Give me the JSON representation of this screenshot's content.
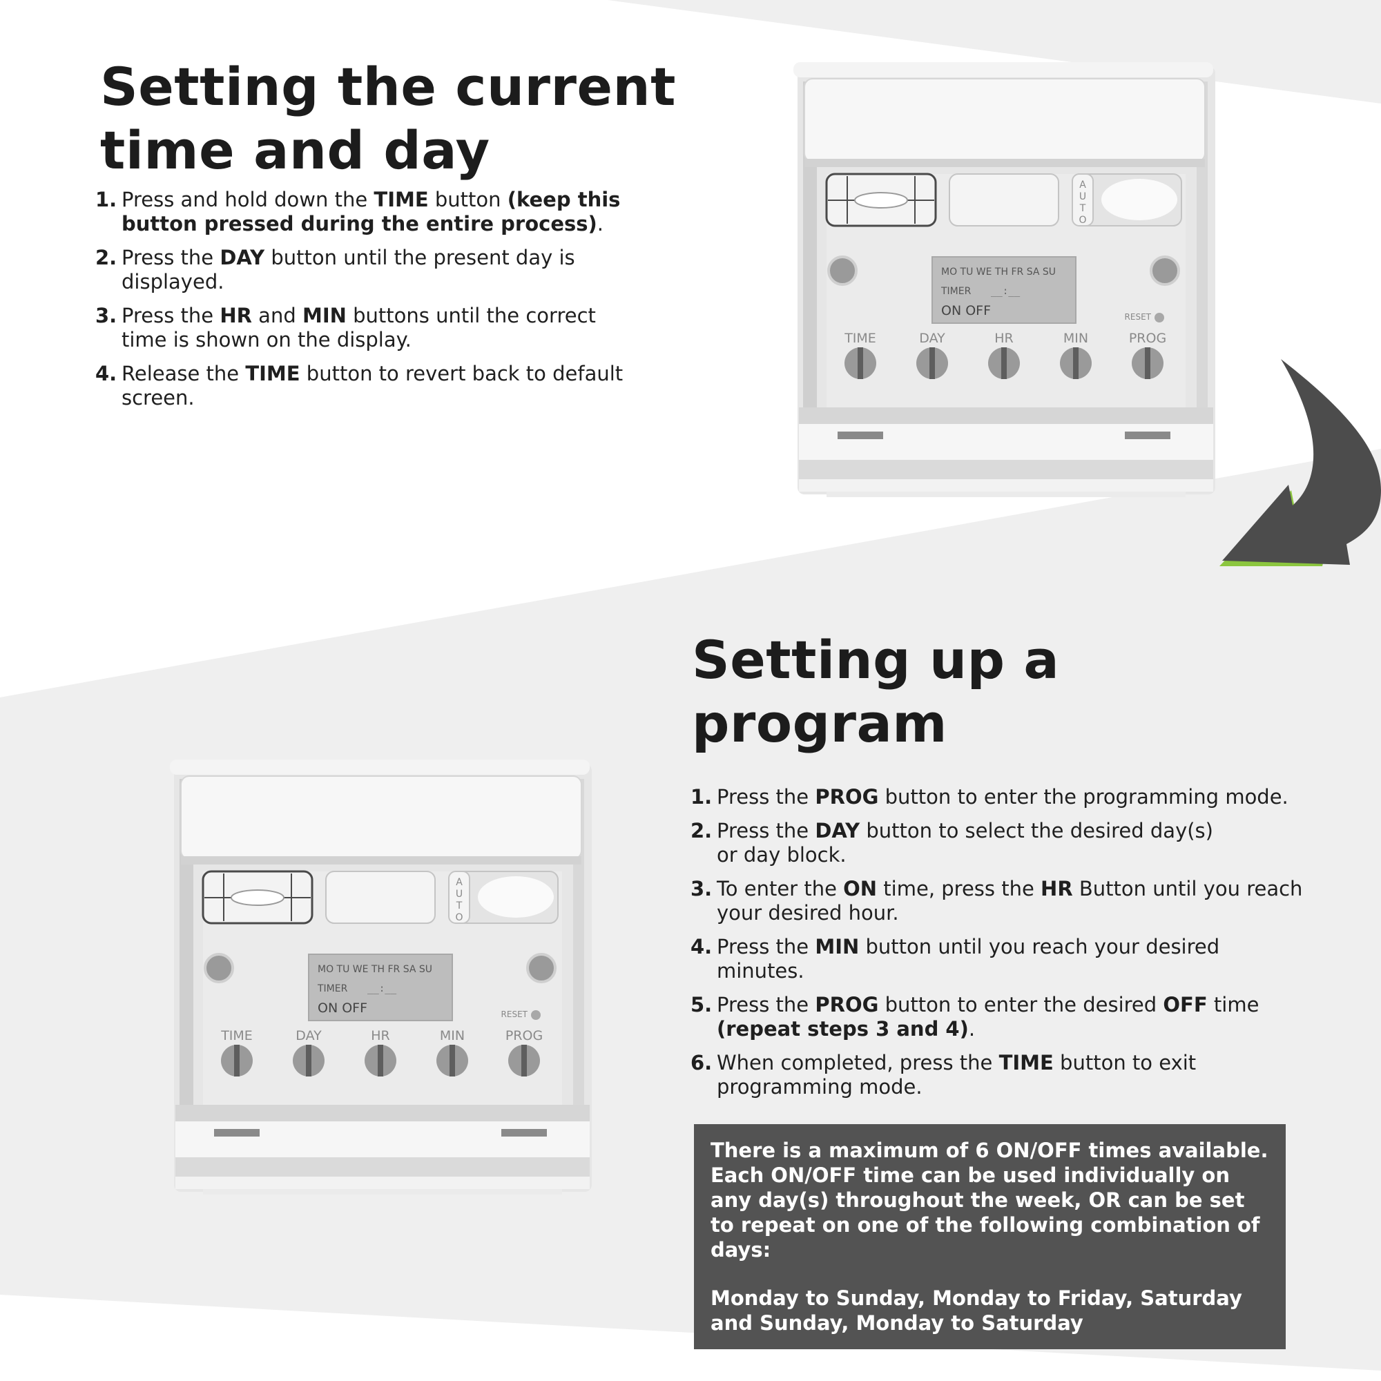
{
  "section1": {
    "title_line1": "Setting the current",
    "title_line2": "time and day",
    "steps": [
      {
        "num": "1.",
        "p1": "Press and hold down the ",
        "b1": "TIME",
        "p2": " button ",
        "b2": "(keep this button pressed during the entire process)",
        "p3": "."
      },
      {
        "num": "2.",
        "p1": "Press the ",
        "b1": "DAY",
        "p2": " button until the present day is displayed."
      },
      {
        "num": "3.",
        "p1": "Press the ",
        "b1": "HR",
        "p2": " and ",
        "b2": "MIN",
        "p3": " buttons until the correct time is shown on the display."
      },
      {
        "num": "4.",
        "p1": "Release the ",
        "b1": "TIME",
        "p2": " button to revert back to default screen."
      }
    ]
  },
  "section2": {
    "title_line1": "Setting up a",
    "title_line2": "program",
    "steps": [
      {
        "num": "1.",
        "p1": "Press the ",
        "b1": "PROG",
        "p2": " button to enter the programming mode."
      },
      {
        "num": "2.",
        "p1": "Press the ",
        "b1": "DAY",
        "p2": " button to select the desired day(s) or day block."
      },
      {
        "num": "3.",
        "p1": "To enter the ",
        "b1": "ON",
        "p2": " time, press the ",
        "b2": "HR",
        "p3": " Button until you reach your desired hour."
      },
      {
        "num": "4.",
        "p1": "Press the ",
        "b1": "MIN",
        "p2": " button until you reach your desired minutes."
      },
      {
        "num": "5.",
        "p1": "Press the ",
        "b1": "PROG",
        "p2": " button to enter the desired ",
        "b2": "OFF",
        "p3": " time ",
        "b3": "(repeat steps 3 and 4)",
        "p4": "."
      },
      {
        "num": "6.",
        "p1": "When completed, press the ",
        "b1": "TIME",
        "p2": " button to exit programming mode."
      }
    ]
  },
  "note": {
    "paragraph1": "There is a maximum of 6 ON/OFF times available. Each ON/OFF time can be used individually on any day(s) throughout the week, OR can be set to repeat on one of the following combination of days:",
    "paragraph2": "Monday to Sunday, Monday to Friday, Saturday and Sunday, Monday to Saturday"
  },
  "device": {
    "auto_letters": [
      "A",
      "U",
      "T",
      "O"
    ],
    "days": "MO TU WE TH FR SA SU",
    "timer_label": "TIMER",
    "timer_value": "__:__",
    "on_off": "ON OFF",
    "reset_label": "RESET",
    "buttons": [
      "TIME",
      "DAY",
      "HR",
      "MIN",
      "PROG"
    ]
  },
  "colors": {
    "band_gray": "#efefef",
    "arrow_dark": "#4c4c4c",
    "arrow_green": "#8cc63f",
    "note_bg": "#535353"
  }
}
